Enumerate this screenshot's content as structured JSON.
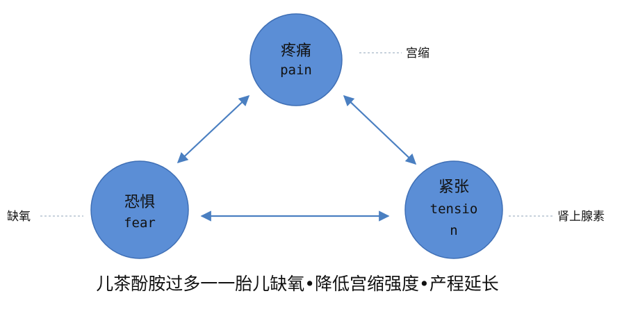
{
  "colors": {
    "node_fill": "#5b8ed6",
    "node_stroke": "#3f6fb5",
    "arrow": "#4a7fc1",
    "dashed_line": "#8fa3b8"
  },
  "nodes": {
    "pain": {
      "cn": "疼痛",
      "en": "pain"
    },
    "fear": {
      "cn": "恐惧",
      "en": "fear"
    },
    "tension": {
      "cn": "紧张",
      "en_line1": "tensio",
      "en_line2": "n"
    }
  },
  "side_labels": {
    "pain": "宫缩",
    "fear": "缺氧",
    "tension": "肾上腺素"
  },
  "caption": "儿茶酚胺过多一一胎儿缺氧•降低宫缩强度•产程延长"
}
